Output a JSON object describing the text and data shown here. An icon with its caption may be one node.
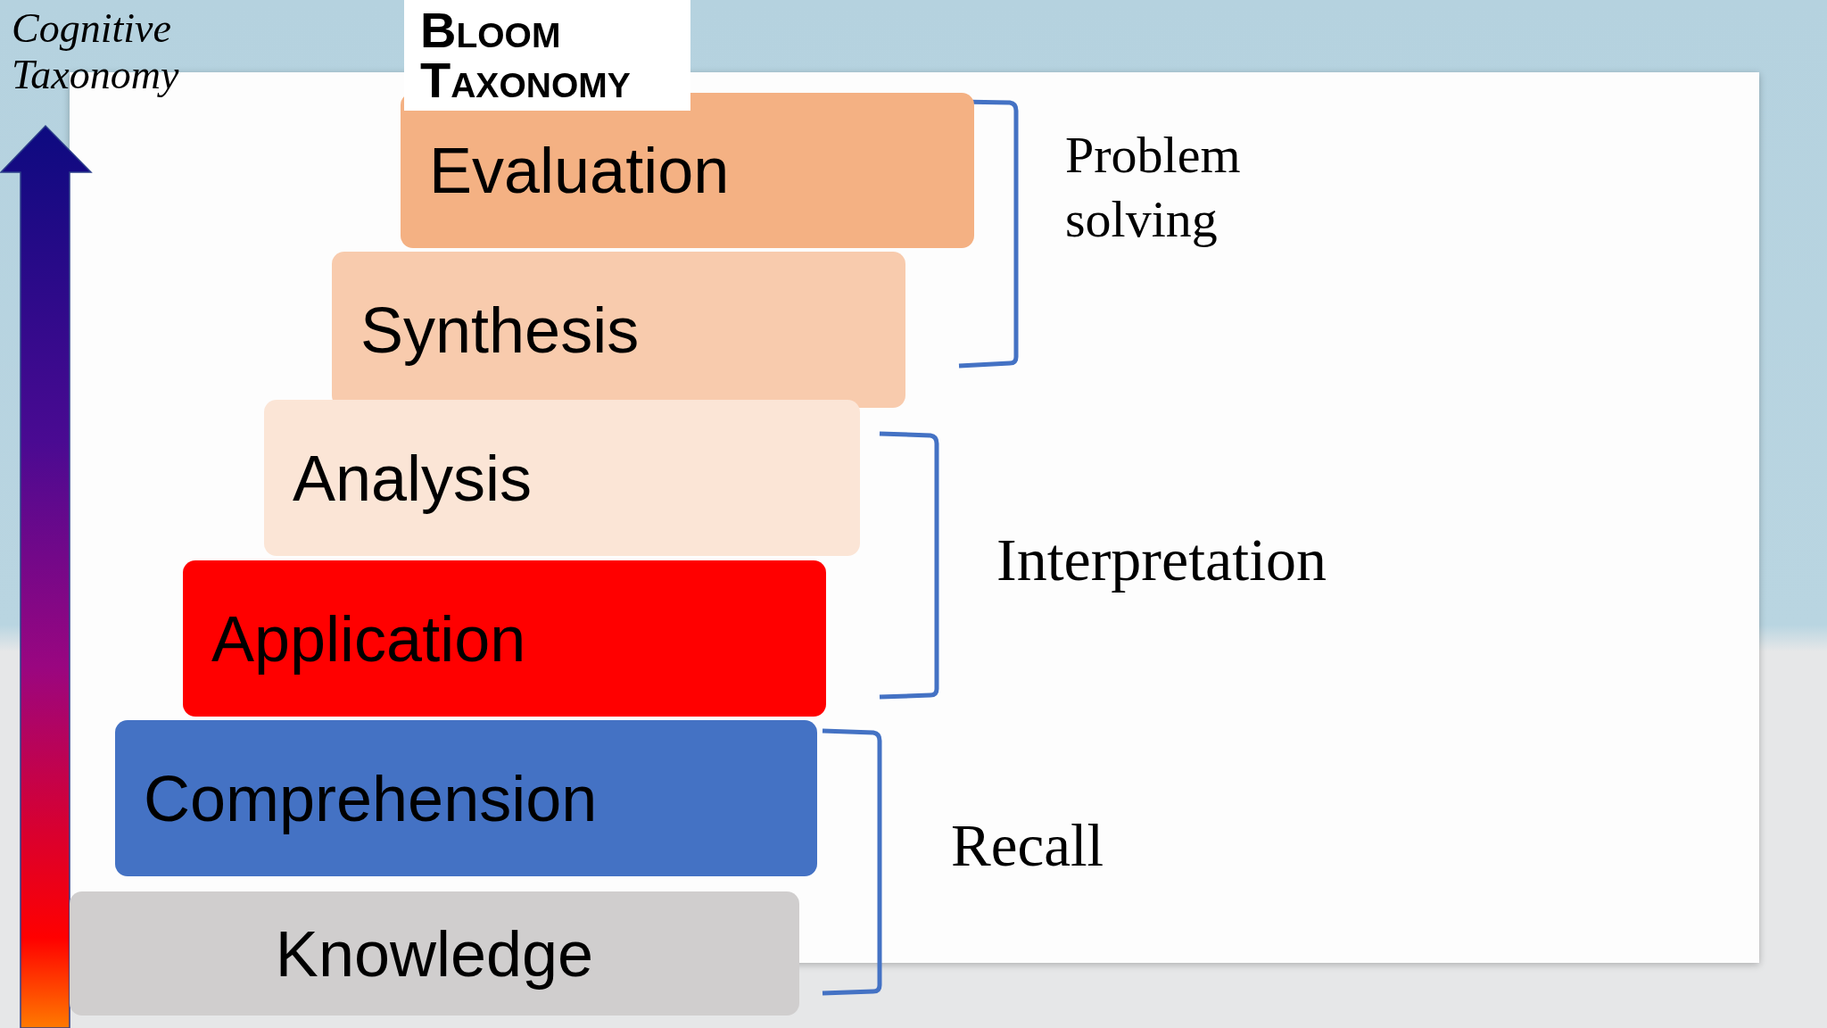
{
  "diagram": {
    "title": "Bloom Taxonomy",
    "nodes": [
      {
        "text": [
          "Evaluation"
        ]
      },
      {
        "text": [
          "Synthesis"
        ]
      },
      {
        "text": [
          "Analysis"
        ]
      },
      {
        "text": [
          "Application"
        ]
      },
      {
        "text": [
          "Comprehension"
        ]
      },
      {
        "text": [
          "Knowledge"
        ]
      }
    ],
    "labels": [
      "Cognitive Taxonomy",
      "Problem solving",
      "Interpretation",
      "Recall"
    ]
  }
}
